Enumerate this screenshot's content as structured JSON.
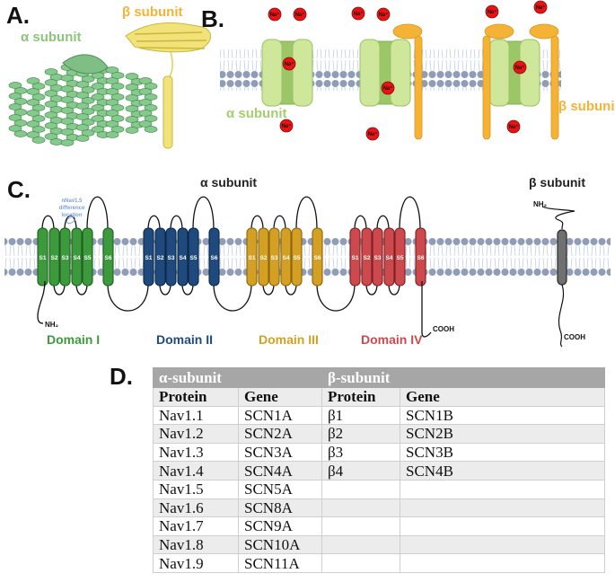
{
  "panels": {
    "a": {
      "label": "A.",
      "alpha_label": "α subunit",
      "beta_label": "β subunit"
    },
    "b": {
      "label": "B.",
      "alpha_label": "α subunit",
      "beta_label": "β subunit",
      "ion_label": "Na⁺"
    },
    "c": {
      "label": "C.",
      "alpha_title": "α subunit",
      "beta_title": "β subunit",
      "annotation": [
        "nNav1.5",
        "difference",
        "location"
      ],
      "nterm": "NH₂",
      "cterm": "COOH",
      "beta_nterm": "NH₂",
      "beta_cterm": "COOH",
      "segments": [
        "S1",
        "S2",
        "S3",
        "S4",
        "S5",
        "S6"
      ],
      "domains": [
        {
          "name": "Domain I",
          "color": "#3c9a3c",
          "dark": "#1f5e1f"
        },
        {
          "name": "Domain II",
          "color": "#1f4a7d",
          "dark": "#0e2846"
        },
        {
          "name": "Domain III",
          "color": "#d4a024",
          "dark": "#8a6410"
        },
        {
          "name": "Domain IV",
          "color": "#cc4a4e",
          "dark": "#7d1f22"
        }
      ]
    },
    "d": {
      "label": "D.",
      "groups": [
        "α-subunit",
        "β-subunit"
      ],
      "headers": [
        "Protein",
        "Gene",
        "Protein",
        "Gene"
      ],
      "rows": [
        [
          "Nav1.1",
          "SCN1A",
          "β1",
          "SCN1B"
        ],
        [
          "Nav1.2",
          "SCN2A",
          "β2",
          "SCN2B"
        ],
        [
          "Nav1.3",
          "SCN3A",
          "β3",
          "SCN3B"
        ],
        [
          "Nav1.4",
          "SCN4A",
          "β4",
          "SCN4B"
        ],
        [
          "Nav1.5",
          "SCN5A",
          "",
          ""
        ],
        [
          "Nav1.6",
          "SCN8A",
          "",
          ""
        ],
        [
          "Nav1.7",
          "SCN9A",
          "",
          ""
        ],
        [
          "Nav1.8",
          "SCN10A",
          "",
          ""
        ],
        [
          "Nav1.9",
          "SCN11A",
          "",
          ""
        ]
      ]
    }
  },
  "colors": {
    "alpha_green": "#a3cf6e",
    "beta_orange": "#f5b335",
    "membrane": "#8a9ab5",
    "ion_red": "#ee1111"
  }
}
